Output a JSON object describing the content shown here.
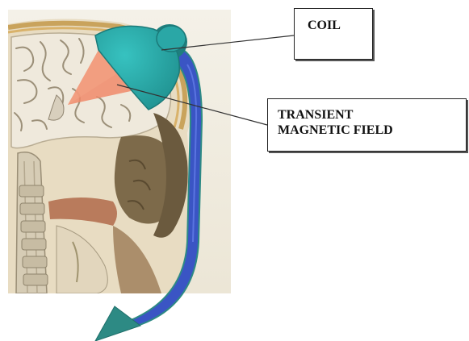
{
  "labels": {
    "coil": "COIL",
    "field_line1": "TRANSIENT",
    "field_line2": "MAGNETIC FIELD"
  },
  "colors": {
    "coil": "#2aa7a6",
    "coil_dark": "#1e7f7e",
    "field": "#f08a6a",
    "cable": "#3a55c4",
    "cable_edge": "#2d8a84",
    "illustration_bg": "#f1ede2"
  }
}
